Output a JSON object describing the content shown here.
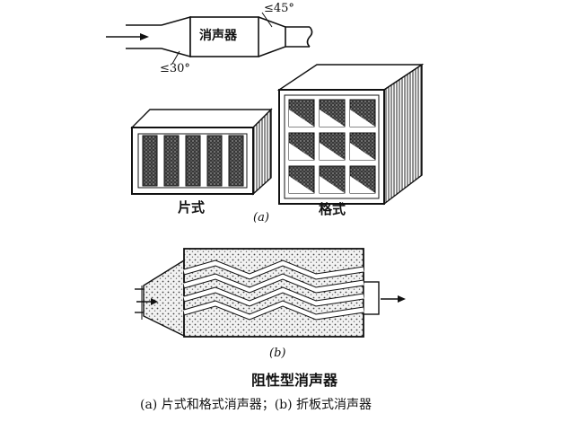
{
  "top_diagram": {
    "muffler_label": "消声器",
    "outlet_angle": "≤45°",
    "inlet_angle": "≤30°"
  },
  "panel_a": {
    "left_label": "片式",
    "right_label": "格式",
    "letter": "(a)"
  },
  "panel_b": {
    "letter": "(b)"
  },
  "caption": {
    "title": "阻性型消声器",
    "text": "(a) 片式和格式消声器；(b) 折板式消声器"
  },
  "colors": {
    "ink": "#111111",
    "paper": "#ffffff",
    "absorber": "#d9d9d9"
  }
}
